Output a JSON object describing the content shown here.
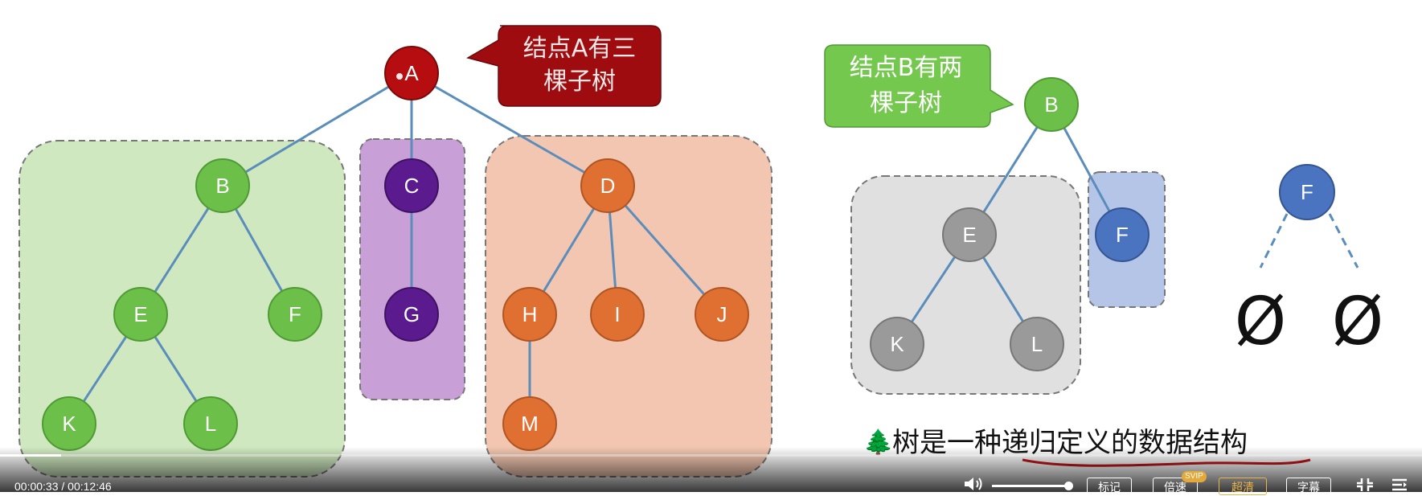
{
  "colors": {
    "root_red": "#b50d10",
    "green_node": "#6cc04a",
    "purple_node": "#5b1b8f",
    "orange_node": "#e07032",
    "gray_node": "#9a9a9a",
    "blue_node": "#4a73c0",
    "edge": "#5b8dbb",
    "callout_red": "#9e0c10",
    "callout_green": "#74c84e"
  },
  "left_tree": {
    "nodes": {
      "A": "A",
      "B": "B",
      "C": "C",
      "D": "D",
      "E": "E",
      "F": "F",
      "G": "G",
      "H": "H",
      "I": "I",
      "J": "J",
      "K": "K",
      "L": "L",
      "M": "M"
    },
    "callout_lines": [
      "结点A有三",
      "棵子树"
    ]
  },
  "middle_tree": {
    "nodes": {
      "B": "B",
      "E": "E",
      "F": "F",
      "K": "K",
      "L": "L"
    },
    "callout_lines": [
      "结点B有两",
      "棵子树"
    ]
  },
  "right_tree": {
    "node_F": "F",
    "empty_left": "Ø",
    "empty_right": "Ø"
  },
  "caption": {
    "tree_icon": "🌲",
    "prefix": "树是一种",
    "highlight": "递归定义",
    "suffix": "的数据结构"
  },
  "player": {
    "time": "00:00:33 / 00:12:46",
    "progress_fraction": 0.043,
    "volume_fraction": 0.95,
    "bookmark_label": "标记",
    "speed_label": "倍速",
    "svip_badge": "SVIP",
    "quality_label": "超清",
    "subtitles_label": "字幕",
    "icons": [
      "volume-icon",
      "exit-fullscreen-icon",
      "menu-icon"
    ]
  }
}
